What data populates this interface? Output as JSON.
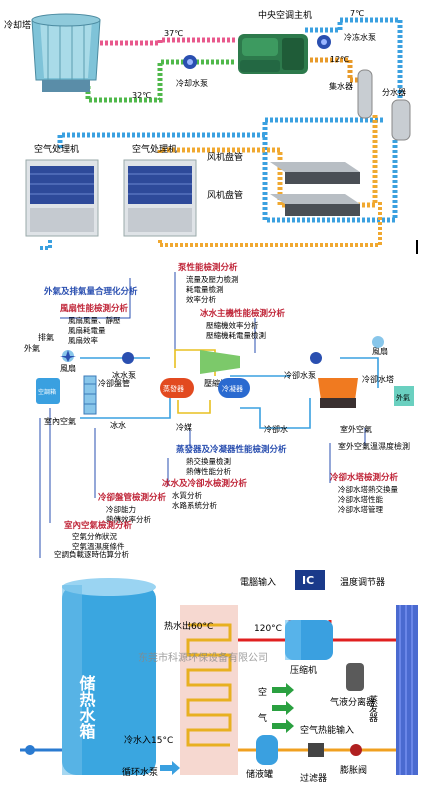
{
  "panel1": {
    "cooling_tower": "冷却塔",
    "chiller_main": "中央空调主机",
    "chilled_pump": "冷冻水泵",
    "cooling_pump": "冷却水泵",
    "header_tank": "集水器",
    "divider": "分水器",
    "ahu_left": "空气处理机",
    "ahu_right": "空气处理机",
    "fcu_top": "风机盘管",
    "fcu_bottom": "风机盘管",
    "temp_37": "37℃",
    "temp_32": "32℃",
    "temp_7": "7℃",
    "temp_12": "12℃"
  },
  "panel2": {
    "t_exhaust": "外氣及排氣量合理化分析",
    "t_fan": "風扇性能檢測分析",
    "t_fan_items": [
      "風扇風量、靜壓",
      "風扇耗電量",
      "風扇效率"
    ],
    "t_chiller": "泵性能檢測分析",
    "t_chiller_items": [
      "流量及壓力檢測",
      "耗電量檢測",
      "效率分析"
    ],
    "t_main": "冰水主機性能檢測分析",
    "t_main_items": [
      "壓縮機效率分析",
      "壓縮機耗電量檢測"
    ],
    "lbl_exhaust": "排氣",
    "lbl_outside": "外氣",
    "lbl_fan": "風扇",
    "lbl_ahu": "空調箱",
    "lbl_coil": "冷卻盤管",
    "lbl_chw_pump": "冰水泵",
    "lbl_evap": "蒸發器",
    "lbl_compressor": "壓縮機",
    "lbl_cond": "冷凝器",
    "lbl_cw_pump": "冷卻水泵",
    "lbl_fan2": "風扇",
    "lbl_tower": "冷卻水塔",
    "lbl_outside2": "外氣",
    "lbl_room": "室內空氣",
    "lbl_chw": "冰水",
    "lbl_refrig": "冷媒",
    "lbl_cw": "冷卻水",
    "lbl_room2": "室外空氣",
    "t_heatex": "蒸發器及冷凝器性能檢測分析",
    "t_heatex_items": [
      "熱交換量檢測",
      "熱傳性能分析"
    ],
    "t_chw": "冰水及冷卻水檢測分析",
    "t_chw_items": [
      "水質分析",
      "水路系統分析"
    ],
    "t_coil": "冷卻盤管檢測分析",
    "t_coil_items": [
      "冷卻能力",
      "熱傳效率分析"
    ],
    "t_indoor": "室內空氣檢測分析",
    "t_indoor_items": [
      "空氣分佈狀況",
      "空氣溫濕度條件"
    ],
    "t_load": "空調負載逐時估算分析",
    "t_outdoor": "室外空氣溫濕度檢測",
    "t_tower": "冷卻水塔檢測分析",
    "t_tower_items": [
      "冷卻水塔熱交換量",
      "冷卻水塔性能",
      "冷卻水塔管理"
    ]
  },
  "panel3": {
    "pc_input": "電腦输入",
    "ic": "IC",
    "temp_ctrl": "温度调节器",
    "hot_out": "热水出60°C",
    "temp_120": "120°C",
    "watermark": "东莞市科源环保设备有限公司",
    "tank": "储热水箱",
    "compressor": "压缩机",
    "separator": "气液分离器",
    "air1": "空",
    "air2": "气",
    "air_input": "空气热能输入",
    "evaporator": "蒸发器",
    "cold_in": "冷水入15°C",
    "pump": "循环水泵",
    "receiver": "储液罐",
    "filter": "过滤器",
    "valve": "膨胀阀"
  }
}
